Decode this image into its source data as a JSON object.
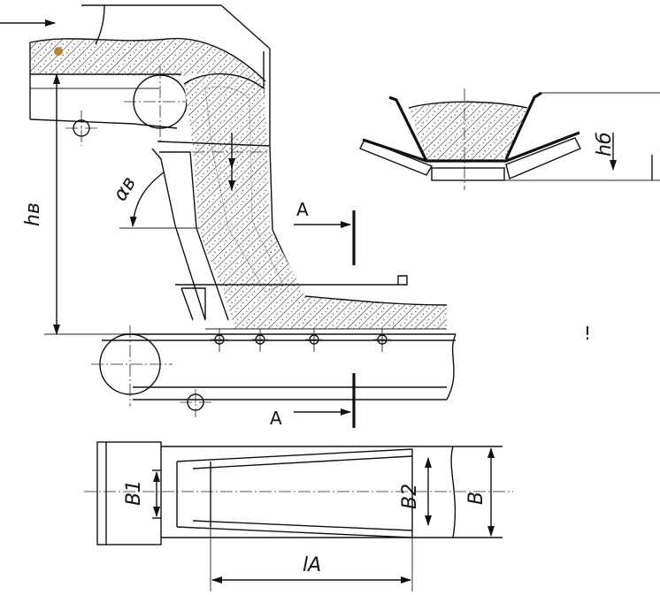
{
  "labels": {
    "h_v": "hв",
    "alpha_v": "αв",
    "h_b": "hб",
    "section_upper": "A",
    "section_lower": "A",
    "b1": "B1",
    "b2": "B2",
    "b": "B",
    "l_a": "lA"
  },
  "colors": {
    "ink": "#111111",
    "paper": "#ffffff",
    "spot": "#b0701a"
  }
}
